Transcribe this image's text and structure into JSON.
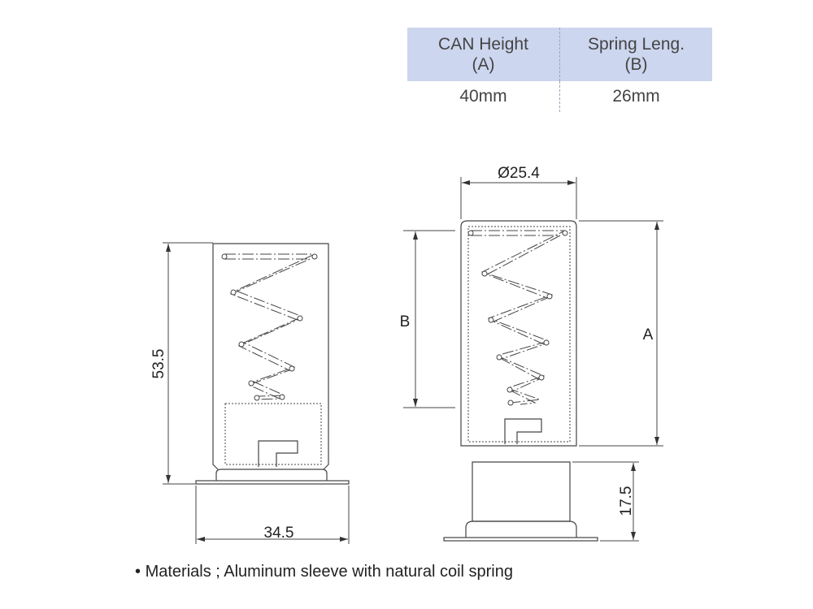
{
  "table": {
    "headers": [
      {
        "line1": "CAN Height",
        "line2": "(A)"
      },
      {
        "line1": "Spring Leng.",
        "line2": "(B)"
      }
    ],
    "values": [
      "40mm",
      "26mm"
    ]
  },
  "drawing": {
    "left_view": {
      "height_dim": "53.5",
      "base_width_dim": "34.5"
    },
    "right_view": {
      "diameter_dim": "Ø25.4",
      "spring_label": "B",
      "can_label": "A",
      "base_height_dim": "17.5"
    }
  },
  "note": {
    "bullet": "•",
    "text": "Materials ; Aluminum sleeve with natural coil spring"
  }
}
